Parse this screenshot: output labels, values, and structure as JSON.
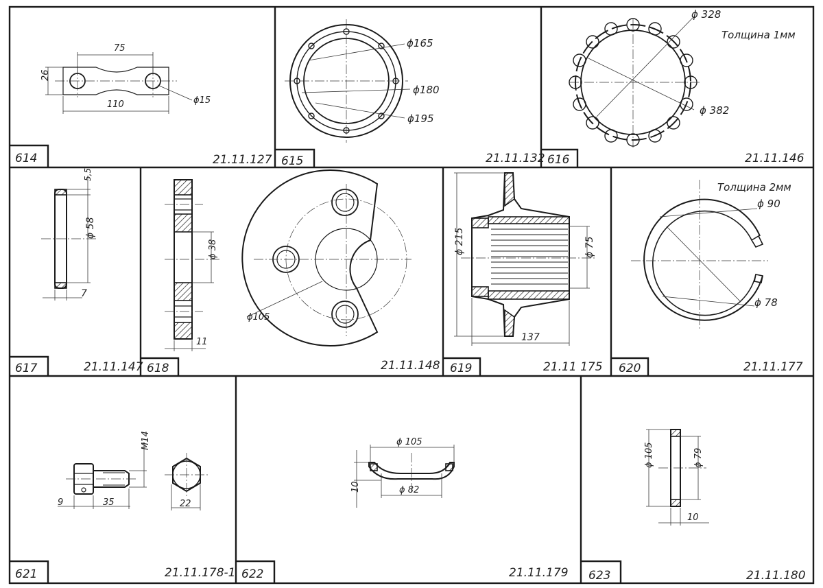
{
  "cells": [
    {
      "num": "614",
      "code": "21.11.127",
      "dims": [
        "75",
        "26",
        "110",
        "ϕ15"
      ]
    },
    {
      "num": "615",
      "code": "21.11.132",
      "dims": [
        "ϕ165",
        "ϕ180",
        "ϕ195"
      ]
    },
    {
      "num": "616",
      "code": "21.11.146",
      "dims": [
        "ϕ 328",
        "ϕ 382"
      ],
      "note": "Толщина 1мм"
    },
    {
      "num": "617",
      "code": "21.11.147",
      "dims": [
        "5,5",
        "ϕ 58",
        "7"
      ]
    },
    {
      "num": "618",
      "code": "21.11.148",
      "dims": [
        "ϕ 38",
        "11",
        "ϕ105"
      ]
    },
    {
      "num": "619",
      "code": "21.11 175",
      "dims": [
        "ϕ 215",
        "ϕ 75",
        "137"
      ]
    },
    {
      "num": "620",
      "code": "21.11.177",
      "dims": [
        "ϕ 90",
        "ϕ 78"
      ],
      "note": "Толщина 2мм"
    },
    {
      "num": "621",
      "code": "21.11.178-1",
      "dims": [
        "M14",
        "9",
        "35",
        "22"
      ]
    },
    {
      "num": "622",
      "code": "21.11.179",
      "dims": [
        "ϕ 105",
        "ϕ 82",
        "10"
      ]
    },
    {
      "num": "623",
      "code": "21.11.180",
      "dims": [
        "ϕ 105",
        "ϕ 79",
        "10"
      ]
    }
  ]
}
